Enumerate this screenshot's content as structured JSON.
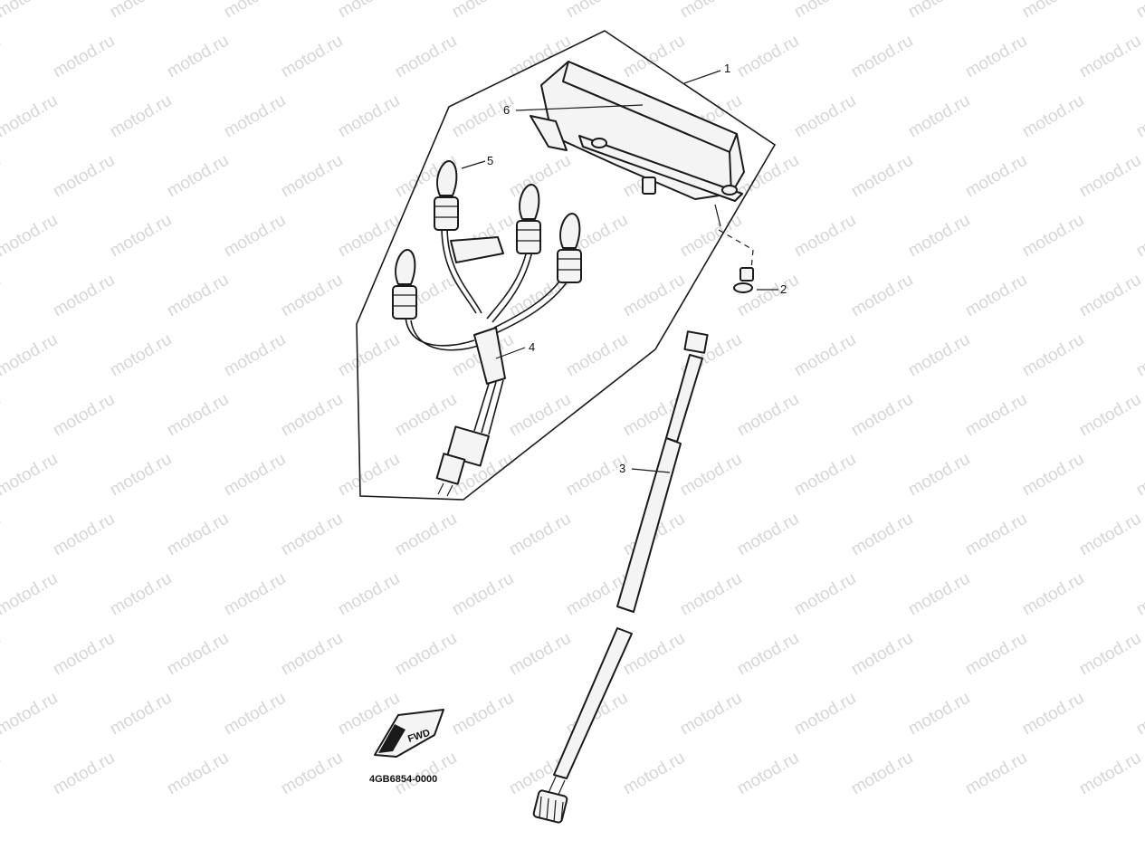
{
  "watermark": {
    "text": "motod.ru"
  },
  "callouts": [
    {
      "id": "1",
      "label": "1"
    },
    {
      "id": "2",
      "label": "2"
    },
    {
      "id": "3",
      "label": "3"
    },
    {
      "id": "4",
      "label": "4"
    },
    {
      "id": "5",
      "label": "5"
    },
    {
      "id": "6",
      "label": "6"
    }
  ],
  "fwd_badge": {
    "label": "FWD"
  },
  "diagram_code": "4GB6854-0000"
}
